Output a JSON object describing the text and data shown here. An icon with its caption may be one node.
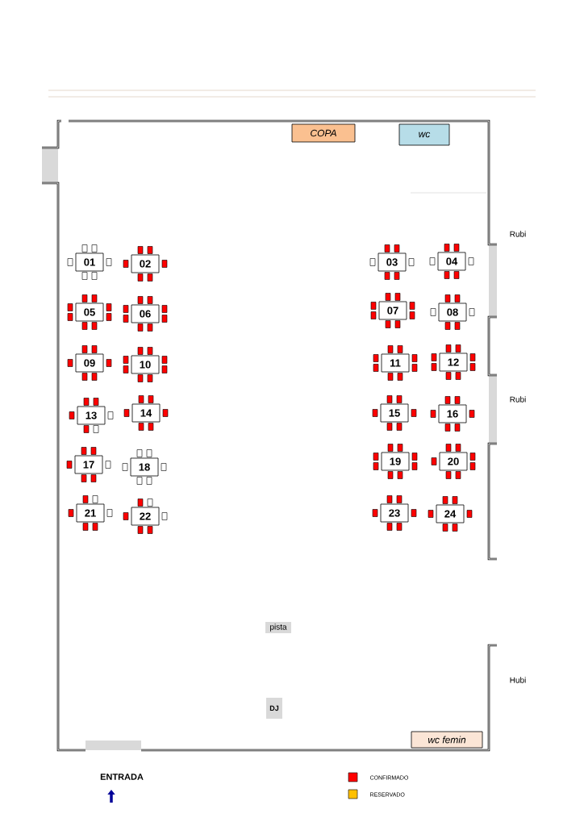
{
  "diagram": {
    "nodes": [
      {
        "text": [
          "COPA"
        ]
      },
      {
        "text": [
          "wc"
        ]
      },
      {
        "text": [
          "01"
        ]
      },
      {
        "text": [
          "02"
        ]
      },
      {
        "text": [
          "03"
        ]
      },
      {
        "text": [
          "04"
        ]
      },
      {
        "text": [
          "05"
        ]
      },
      {
        "text": [
          "06"
        ]
      },
      {
        "text": [
          "07"
        ]
      },
      {
        "text": [
          "08"
        ]
      },
      {
        "text": [
          "09"
        ]
      },
      {
        "text": [
          "10"
        ]
      },
      {
        "text": [
          "11"
        ]
      },
      {
        "text": [
          "12"
        ]
      },
      {
        "text": [
          "13"
        ]
      },
      {
        "text": [
          "14"
        ]
      },
      {
        "text": [
          "15"
        ]
      },
      {
        "text": [
          "16"
        ]
      },
      {
        "text": [
          "17"
        ]
      },
      {
        "text": [
          "18"
        ]
      },
      {
        "text": [
          "19"
        ]
      },
      {
        "text": [
          "20"
        ]
      },
      {
        "text": [
          "21"
        ]
      },
      {
        "text": [
          "22"
        ]
      },
      {
        "text": [
          "23"
        ]
      },
      {
        "text": [
          "24"
        ]
      },
      {
        "text": [
          "pista"
        ]
      },
      {
        "text": [
          "DJ"
        ]
      },
      {
        "text": [
          "wc femin"
        ]
      }
    ],
    "labels": [
      "Rubi",
      "Rubi",
      "Hubi",
      "ENTRADA"
    ],
    "legend": [
      {
        "text": "CONFIRMADO",
        "color": "#ff0000"
      },
      {
        "text": "RESERVADO",
        "color": "#ffc000"
      }
    ]
  }
}
